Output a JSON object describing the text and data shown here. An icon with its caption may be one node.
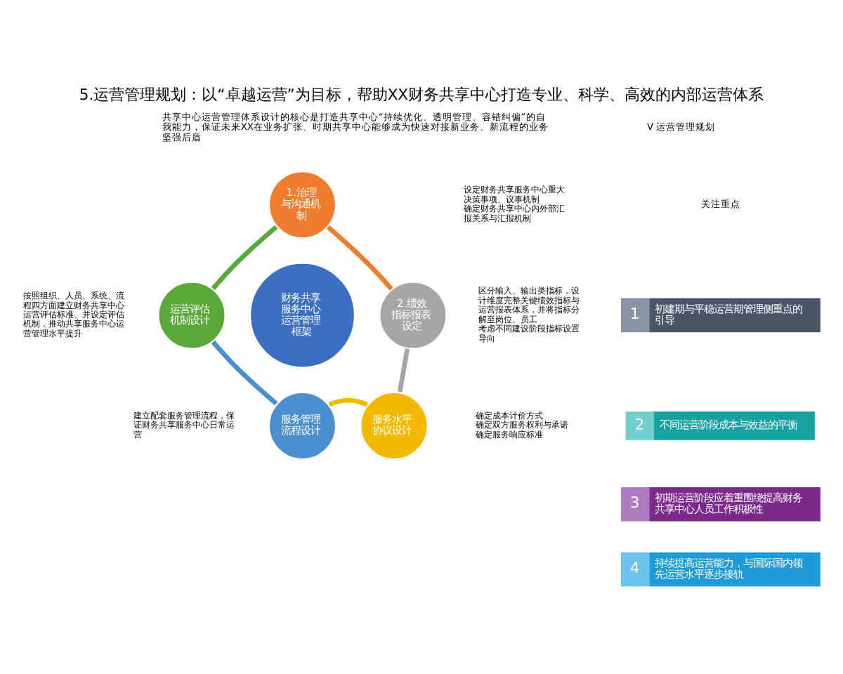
{
  "diagram": {
    "title": "5.运营管理规划：以“卓越运营”为目标，帮助XX财务共享中心打造专业、科学、高效的内部运营体系",
    "nodes": [
      {
        "text": [
          "财务共享服务中心运营管理框架"
        ]
      },
      {
        "text": [
          "1.治理与沟通机制"
        ],
        "beside": [
          "设定财务共享服务中心重大决策事项、议事机制",
          "确定财务共享中心内外部汇报关系与汇报机制"
        ]
      },
      {
        "text": [
          "2.绩效指标报表设定"
        ],
        "beside": [
          "区分输入、输出类指标，设计维度完整关键绩效指标与运营报表体系，并将指标分解至岗位、员工",
          "考虑不同建设阶段指标设置导向"
        ]
      },
      {
        "text": [
          "服务水平协议设计"
        ],
        "beside": [
          "确定成本计价方式",
          "确定双方服务权利与承诺",
          "确定服务响应标准"
        ]
      },
      {
        "text": [
          "服务管理流程设计"
        ],
        "beside": [
          "建立配套服务管理流程，保证财务共享服务中心日常运营"
        ]
      },
      {
        "text": [
          "运营评估机制设计"
        ],
        "beside": [
          "按照组织、人员、系统、流程四方面建立财务共享中心运营评估标准、并设定评估机制，推动共享服务中心运营管理水平提升"
        ]
      },
      {
        "text": [
          "1",
          "初建期与平稳运营期管理侧重点的引导"
        ]
      },
      {
        "text": [
          "2",
          "不同运营阶段成本与效益的平衡"
        ]
      },
      {
        "text": [
          "3",
          "初期运营阶段应着重围绕提高财务共享中心人员工作积极性"
        ]
      },
      {
        "text": [
          "4",
          "持续提高运营能力，与国际国内领先运营水平逐步接轨"
        ]
      }
    ],
    "edges": [
      {
        "from": 1,
        "to": 2,
        "arrow": "none",
        "color": "#ef7d2d"
      },
      {
        "from": 2,
        "to": 3,
        "arrow": "none",
        "color": "#a6a6a6"
      },
      {
        "from": 3,
        "to": 4,
        "arrow": "none",
        "color": "#f5b800"
      },
      {
        "from": 4,
        "to": 5,
        "arrow": "none",
        "color": "#4a90d0"
      },
      {
        "from": 5,
        "to": 1,
        "arrow": "none",
        "color": "#5aa83a"
      }
    ],
    "labels": [
      "V 运营管理规划",
      "共享中心运营管理体系设计的核心是打造共享中心“持续优化、透明管理、容错纠偏”的自我能力，保证未来XX在业务扩张、时期共享中心能够成为快速对接新业务、新流程的业务坚强后盾",
      "关注重点"
    ]
  }
}
